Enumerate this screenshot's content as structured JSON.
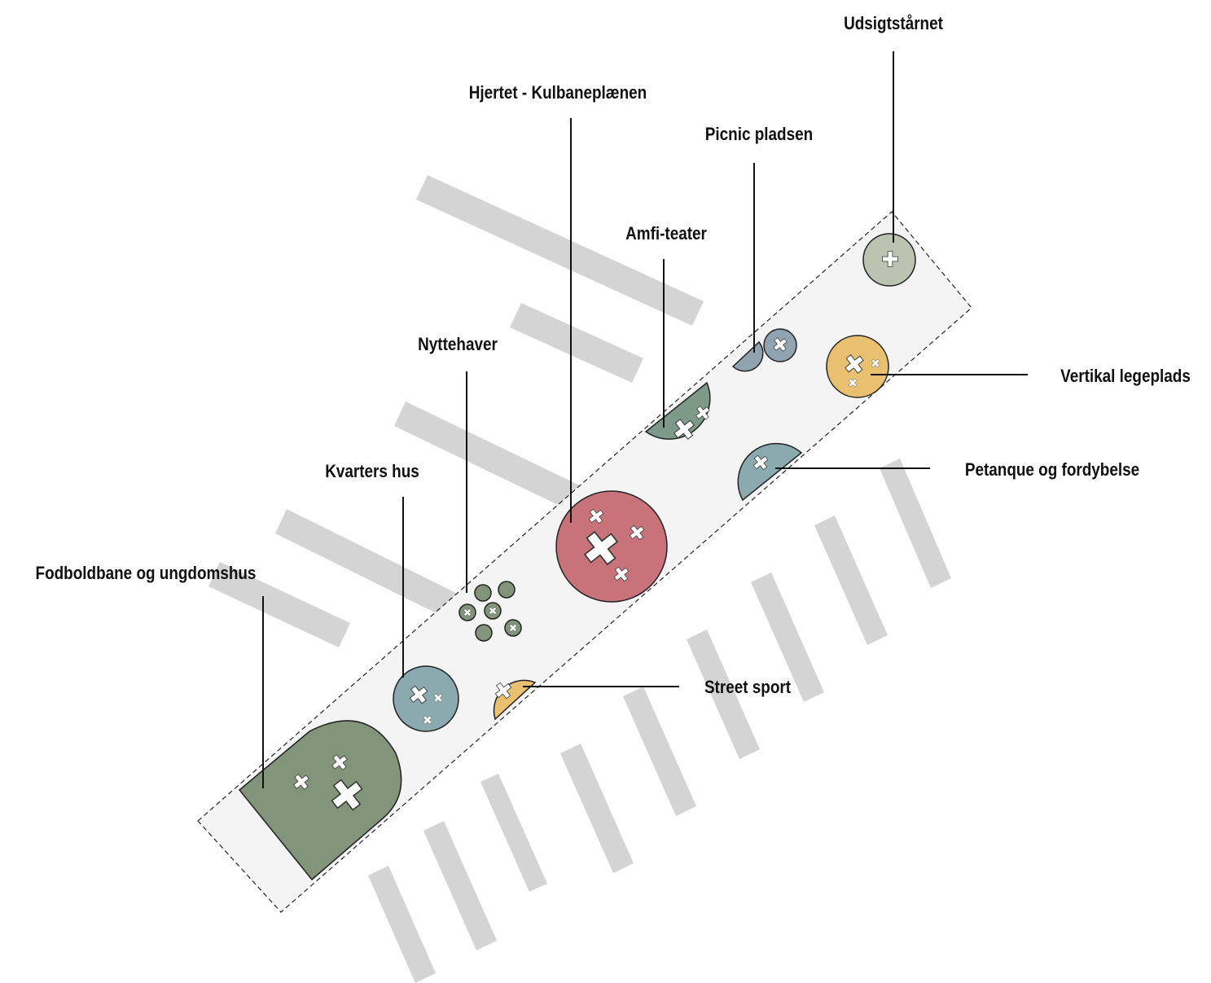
{
  "labels": {
    "udsigt": "Udsigtstårnet",
    "hjertet": "Hjertet - Kulbaneplænen",
    "picnic": "Picnic pladsen",
    "amfi": "Amfi-teater",
    "nytte": "Nyttehaver",
    "kvarter": "Kvarters hus",
    "fodbold": "Fodboldbane og ungdomshus",
    "vertikal": "Vertikal legeplads",
    "petanque": "Petanque og fordybelse",
    "street": "Street sport"
  },
  "colors": {
    "green": "#82957a",
    "teal": "#8aaab0",
    "yellow": "#e8c070",
    "red": "#c8727a",
    "sage": "#bac4b0",
    "slate": "#8fa3b1",
    "amfi_green": "#7d9a89",
    "bars": "#d4d4d4",
    "strip": "#f4f4f4"
  },
  "icons": {
    "zone_marker": "plus-cross-icon"
  }
}
